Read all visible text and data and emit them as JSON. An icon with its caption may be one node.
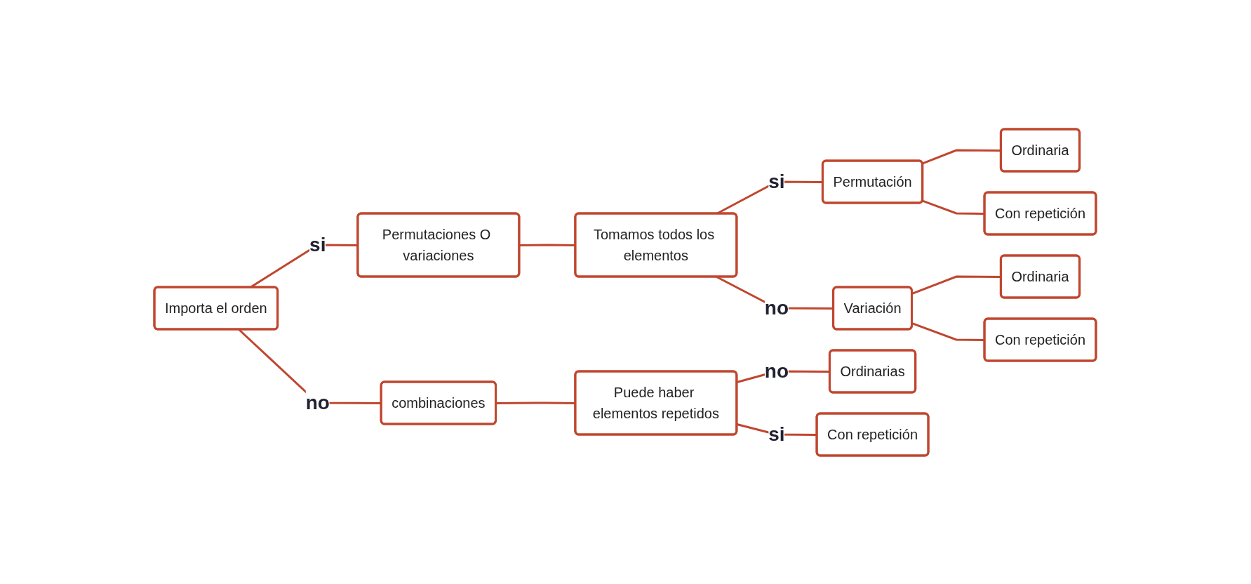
{
  "diagram": {
    "nodes": [
      {
        "text": [
          "Importa el orden"
        ]
      },
      {
        "text": [
          "Permutaciones O variaciones"
        ]
      },
      {
        "text": [
          "combinaciones"
        ]
      },
      {
        "text": [
          "Tomamos todos los elementos"
        ]
      },
      {
        "text": [
          "Puede haber elementos repetidos"
        ]
      },
      {
        "text": [
          "Permutación"
        ]
      },
      {
        "text": [
          "Variación"
        ]
      },
      {
        "text": [
          "Ordinaria"
        ]
      },
      {
        "text": [
          "Con repetición"
        ]
      },
      {
        "text": [
          "Ordinaria"
        ]
      },
      {
        "text": [
          "Con repetición"
        ]
      },
      {
        "text": [
          "Ordinarias"
        ]
      },
      {
        "text": [
          "Con repetición"
        ]
      }
    ],
    "edges": [
      {
        "from": 0,
        "to": 1,
        "arrow": "none",
        "label": "si"
      },
      {
        "from": 0,
        "to": 2,
        "arrow": "none",
        "label": "no"
      },
      {
        "from": 1,
        "to": 3,
        "arrow": "none"
      },
      {
        "from": 3,
        "to": 5,
        "arrow": "none",
        "label": "si"
      },
      {
        "from": 3,
        "to": 6,
        "arrow": "none",
        "label": "no"
      },
      {
        "from": 5,
        "to": 7,
        "arrow": "none"
      },
      {
        "from": 5,
        "to": 8,
        "arrow": "none"
      },
      {
        "from": 6,
        "to": 9,
        "arrow": "none"
      },
      {
        "from": 6,
        "to": 10,
        "arrow": "none"
      },
      {
        "from": 2,
        "to": 4,
        "arrow": "none"
      },
      {
        "from": 4,
        "to": 11,
        "arrow": "none",
        "label": "no"
      },
      {
        "from": 4,
        "to": 12,
        "arrow": "none",
        "label": "si"
      }
    ]
  }
}
